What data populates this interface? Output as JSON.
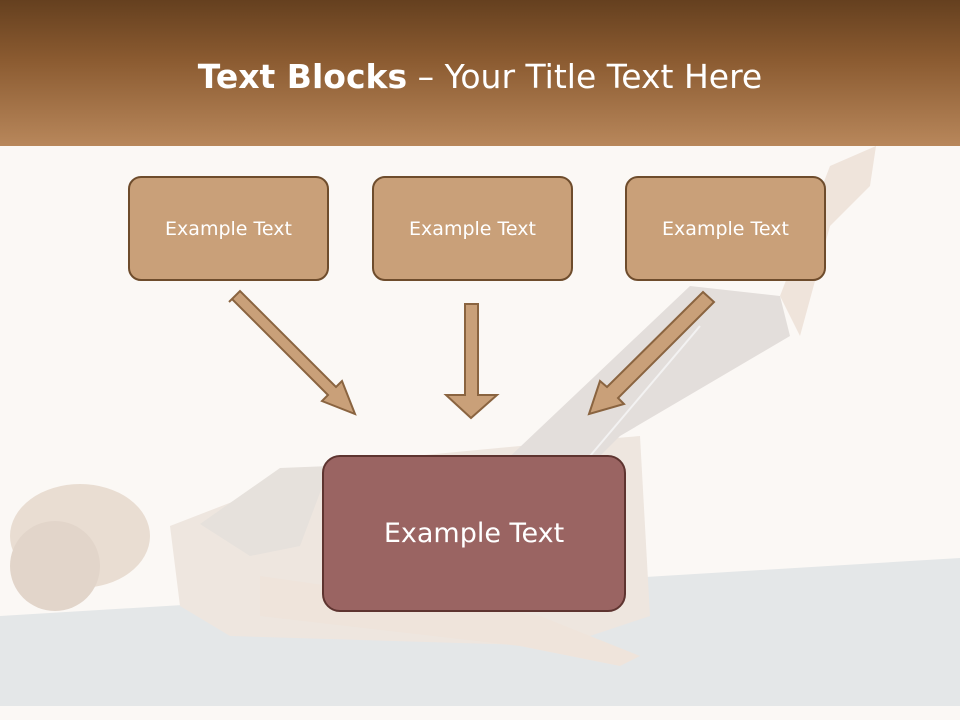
{
  "slide": {
    "title_bold": "Text Blocks",
    "title_dash": "–",
    "title_rest": "Your Title Text Here"
  },
  "boxes": [
    {
      "label": "Example Text"
    },
    {
      "label": "Example Text"
    },
    {
      "label": "Example Text"
    }
  ],
  "target_box": {
    "label": "Example Text"
  },
  "colors": {
    "header_top": "#65401f",
    "header_bottom": "#b8875b",
    "box_fill": "#c9a079",
    "box_border": "#6e4c2c",
    "target_fill": "#9a6462",
    "arrow_fill": "#c9a079"
  }
}
